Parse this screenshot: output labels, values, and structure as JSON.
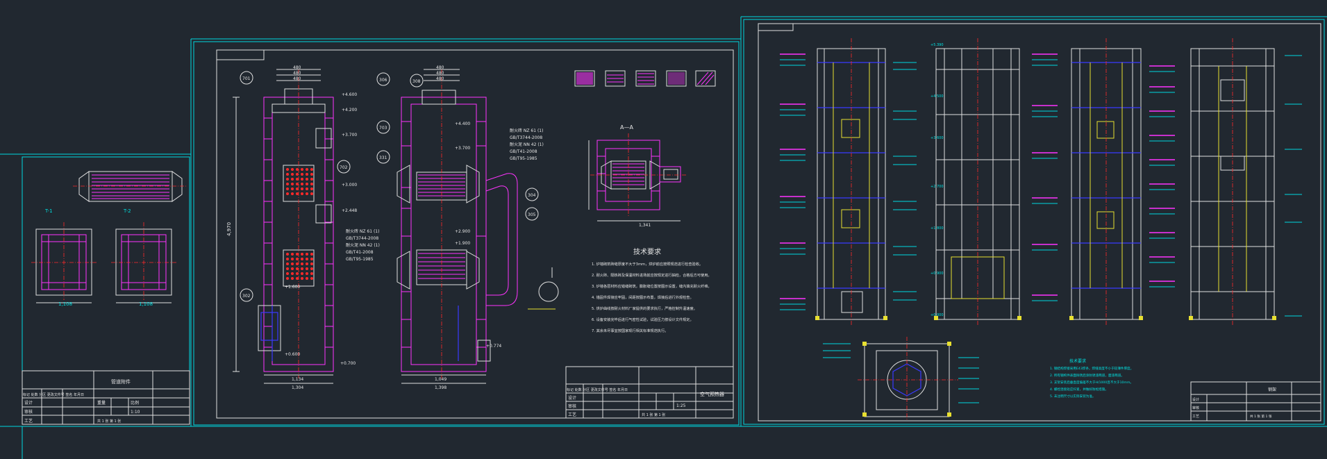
{
  "colors": {
    "background": "#212830",
    "frame": "#00d8e0",
    "line": "#e0e0e0",
    "refractory": "#ff33ff",
    "centerline": "#ff2a2a",
    "steel": "#3a3aff",
    "highlight": "#e8e030"
  },
  "sheet1": {
    "label_left": "T-1",
    "label_right": "T-2",
    "dim_left": "1,108",
    "dim_right": "1,108",
    "title_block": {
      "h1": "标记 处数 分区 更改文件号 签名 年月日",
      "design": "设计",
      "check": "审核",
      "approve": "工艺",
      "cell_weight": "重量",
      "cell_scale": "比例",
      "cell_ratio": "1:10",
      "drawing_name": "管道附件",
      "sheet": "共 1 张  第 1 张"
    }
  },
  "sheet2": {
    "balloons": [
      "701",
      "306",
      "308",
      "703",
      "331",
      "702",
      "304",
      "305",
      "302"
    ],
    "dims_top": [
      "480",
      "480",
      "480"
    ],
    "dim_bottom_left": "1,134",
    "dim_bottom_left2": "1,304",
    "dim_bottom_mid": "1,049",
    "dim_bottom_mid2": "1,398",
    "dim_vertical": "4,970",
    "elevations_left": [
      "+4.600",
      "+4.200",
      "+3.700",
      "+3.000",
      "+2.448",
      "+1.600",
      "+0.600",
      "+0.700"
    ],
    "elevations_mid": [
      "+4.400",
      "+3.700",
      "+2.900",
      "+1.900",
      "+0.774"
    ],
    "material_notes": [
      "耐火砖 NZ 61 (1)",
      "GB/T3744-2008",
      "耐火泥 NN 42 (1)",
      "GB/T41-2008",
      "GB/T95-1985"
    ],
    "section_label": "A—A",
    "section_dim": "1,341",
    "tech_title": "技术要求",
    "tech_notes": [
      "1. 炉墙砌筑砖缝厚度不大于3mm，烘炉前应按照规范进行检查验收。",
      "2. 耐火砖、隔热砖及保温材料进场前应按规定进行抽检，合格后方可使用。",
      "3. 炉墙各层材料应错缝砌筑，膨胀缝位置按图示设置，缝内填充耐火纤维。",
      "4. 锚固件焊接应牢固，间距按图示布置，焊接后进行外观检查。",
      "5. 烘炉曲线按耐火材料厂家提供的要求执行，严格控制升温速度。",
      "6. 设备安装完毕后进行气密性试验，试验压力按设计文件规定。",
      "7. 其余未尽事宜按国家现行相关标准规范执行。"
    ],
    "title_block": {
      "h1": "标记 处数 分区 更改文件号 签名 年月日",
      "design": "设计",
      "check": "审核",
      "approve": "工艺",
      "drawing_name": "空气预热器",
      "scale": "1:25",
      "sheet": "共 1 张  第 1 张"
    }
  },
  "sheet3": {
    "elevations": [
      "+5.390",
      "+4.500",
      "+3.600",
      "+2.700",
      "+1.800",
      "+0.900",
      "+0.000"
    ],
    "notes_title": "技术要求",
    "notes": [
      "1. 钢结构焊接采用E43焊条，焊缝高度不小于较薄件厚度。",
      "2. 所有钢构件表面除锈后涂防锈漆两道，面漆两道。",
      "3. 支架安装后垂直度偏差不大于H/1000且不大于10mm。",
      "4. 螺栓连接处应拧紧，并做好防松措施。",
      "5. 未注明尺寸以实际安装为准。"
    ],
    "title_block": {
      "drawing_name": "钢架",
      "design": "设计",
      "check": "审核",
      "approve": "工艺",
      "sheet": "共 1 张  第 1 张"
    }
  }
}
